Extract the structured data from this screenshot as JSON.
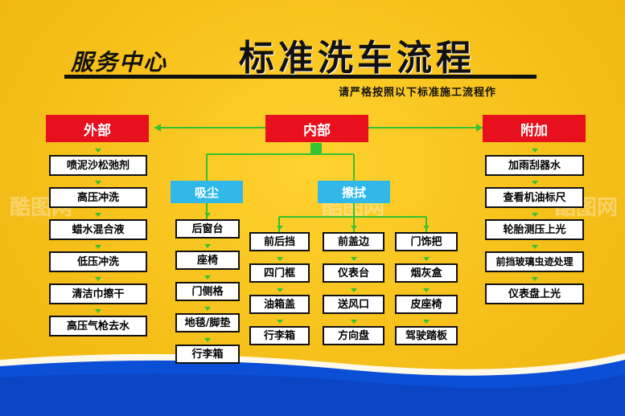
{
  "title": {
    "left": "服务中心",
    "main": "标准洗车流程",
    "subtitle": "请严格按照以下标准施工流程作"
  },
  "colors": {
    "background": "#f7c21a",
    "header_red": "#e8101c",
    "sub_blue": "#2fb8e8",
    "connector_green": "#33c233",
    "footer_blue": "#0a4fd6"
  },
  "sections": {
    "exterior": {
      "label": "外部",
      "items": [
        "喷泥沙松弛剂",
        "高压冲洗",
        "蜡水混合液",
        "低压冲洗",
        "清洁巾擦干",
        "高压气枪去水"
      ]
    },
    "interior": {
      "label": "内部",
      "vacuum": {
        "label": "吸尘",
        "items": [
          "后窗台",
          "座椅",
          "门侧格",
          "地毯/脚垫",
          "行李箱"
        ]
      },
      "wipe": {
        "label": "擦拭",
        "col1": [
          "前后挡",
          "四门框",
          "油箱盖",
          "行李箱"
        ],
        "col2": [
          "前盖边",
          "仪表台",
          "送风口",
          "方向盘"
        ],
        "col3": [
          "门饰把",
          "烟灰盒",
          "皮座椅",
          "驾驶踏板"
        ]
      }
    },
    "addon": {
      "label": "附加",
      "items": [
        "加雨刮器水",
        "查看机油标尺",
        "轮胎测压上光",
        "前挡玻璃虫迹处理",
        "仪表盘上光"
      ]
    }
  },
  "watermarks": [
    "酷图网",
    "酷图网",
    "酷图网"
  ]
}
